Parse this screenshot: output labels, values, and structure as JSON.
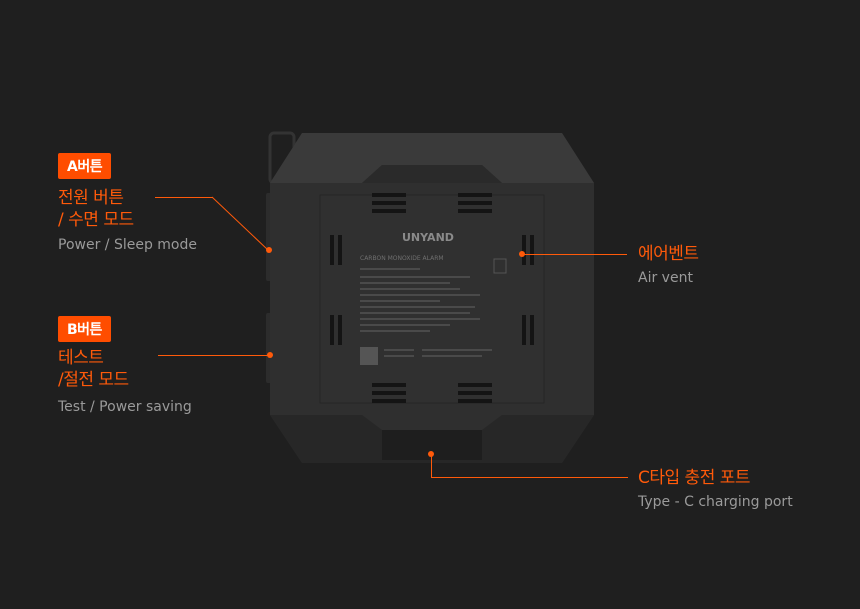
{
  "callouts": {
    "a": {
      "badge": "A버튼",
      "ko_line1": "전원 버튼",
      "ko_line2": "/ 수면 모드",
      "en": "Power / Sleep mode"
    },
    "b": {
      "badge": "B버튼",
      "ko_line1": "테스트",
      "ko_line2": "/절전 모드",
      "en": "Test / Power saving"
    },
    "vent": {
      "ko": "에어벤트",
      "en": "Air vent"
    },
    "port": {
      "ko": "C타입 충전 포트",
      "en": "Type - C charging port"
    }
  },
  "device": {
    "brand": "UNYAND",
    "model": "CARBON MONOXIDE ALARM"
  },
  "colors": {
    "accent": "#ff5a0a",
    "badge": "#ff4d00",
    "background": "#1f1f1f"
  }
}
